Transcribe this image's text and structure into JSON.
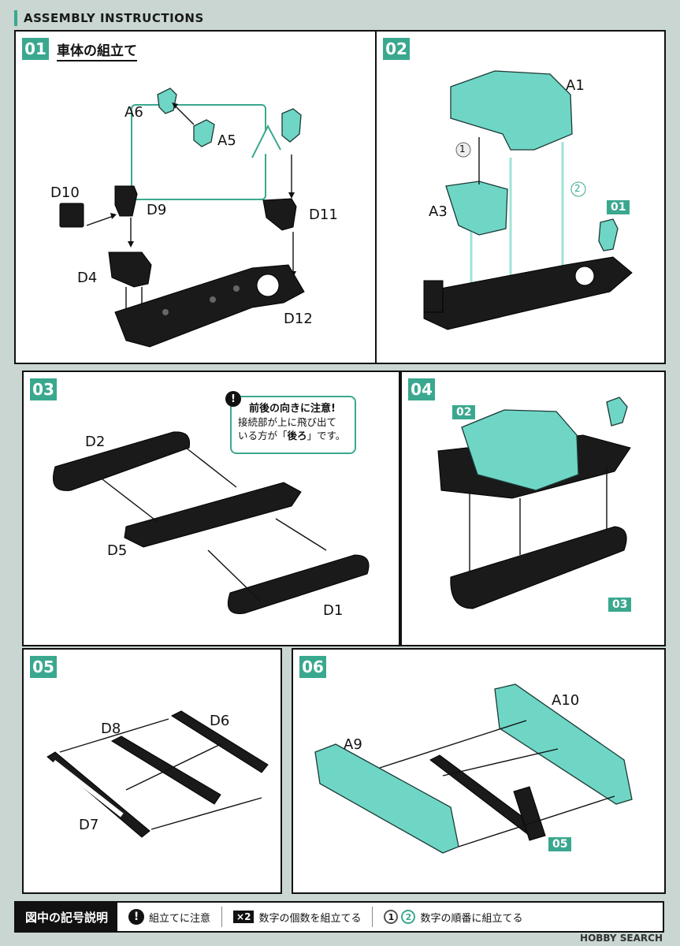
{
  "header": {
    "title": "ASSEMBLY INSTRUCTIONS"
  },
  "steps": [
    {
      "number": "01",
      "title": "車体の組立て",
      "labels": [
        "A6",
        "A5",
        "D10",
        "D9",
        "D11",
        "D4",
        "D12"
      ]
    },
    {
      "number": "02",
      "labels": [
        "A1",
        "A3"
      ],
      "order_marks": [
        "1",
        "2"
      ],
      "tag": "01"
    },
    {
      "number": "03",
      "labels": [
        "D2",
        "D5",
        "D1"
      ],
      "note": {
        "heading": "前後の向きに注意!",
        "line1": "接続部が上に飛び出て",
        "line2_a": "いる方が「",
        "line2_bold": "後ろ",
        "line2_b": "」です。"
      }
    },
    {
      "number": "04",
      "tags": [
        "02",
        "03"
      ]
    },
    {
      "number": "05",
      "labels": [
        "D8",
        "D6",
        "D7"
      ]
    },
    {
      "number": "06",
      "labels": [
        "A9",
        "A10"
      ],
      "tag": "05"
    }
  ],
  "legend": {
    "title": "図中の記号説明",
    "items": [
      {
        "symbol": "!",
        "text": "組立てに注意"
      },
      {
        "symbol": "×2",
        "text": "数字の個数を組立てる"
      },
      {
        "symbol_a": "1",
        "symbol_b": "2",
        "text": "数字の順番に組立てる"
      }
    ]
  },
  "watermark": "HOBBY SEARCH",
  "colors": {
    "accent": "#3aa88f",
    "part": "#6fd6c6",
    "background": "#c9d6d2"
  }
}
